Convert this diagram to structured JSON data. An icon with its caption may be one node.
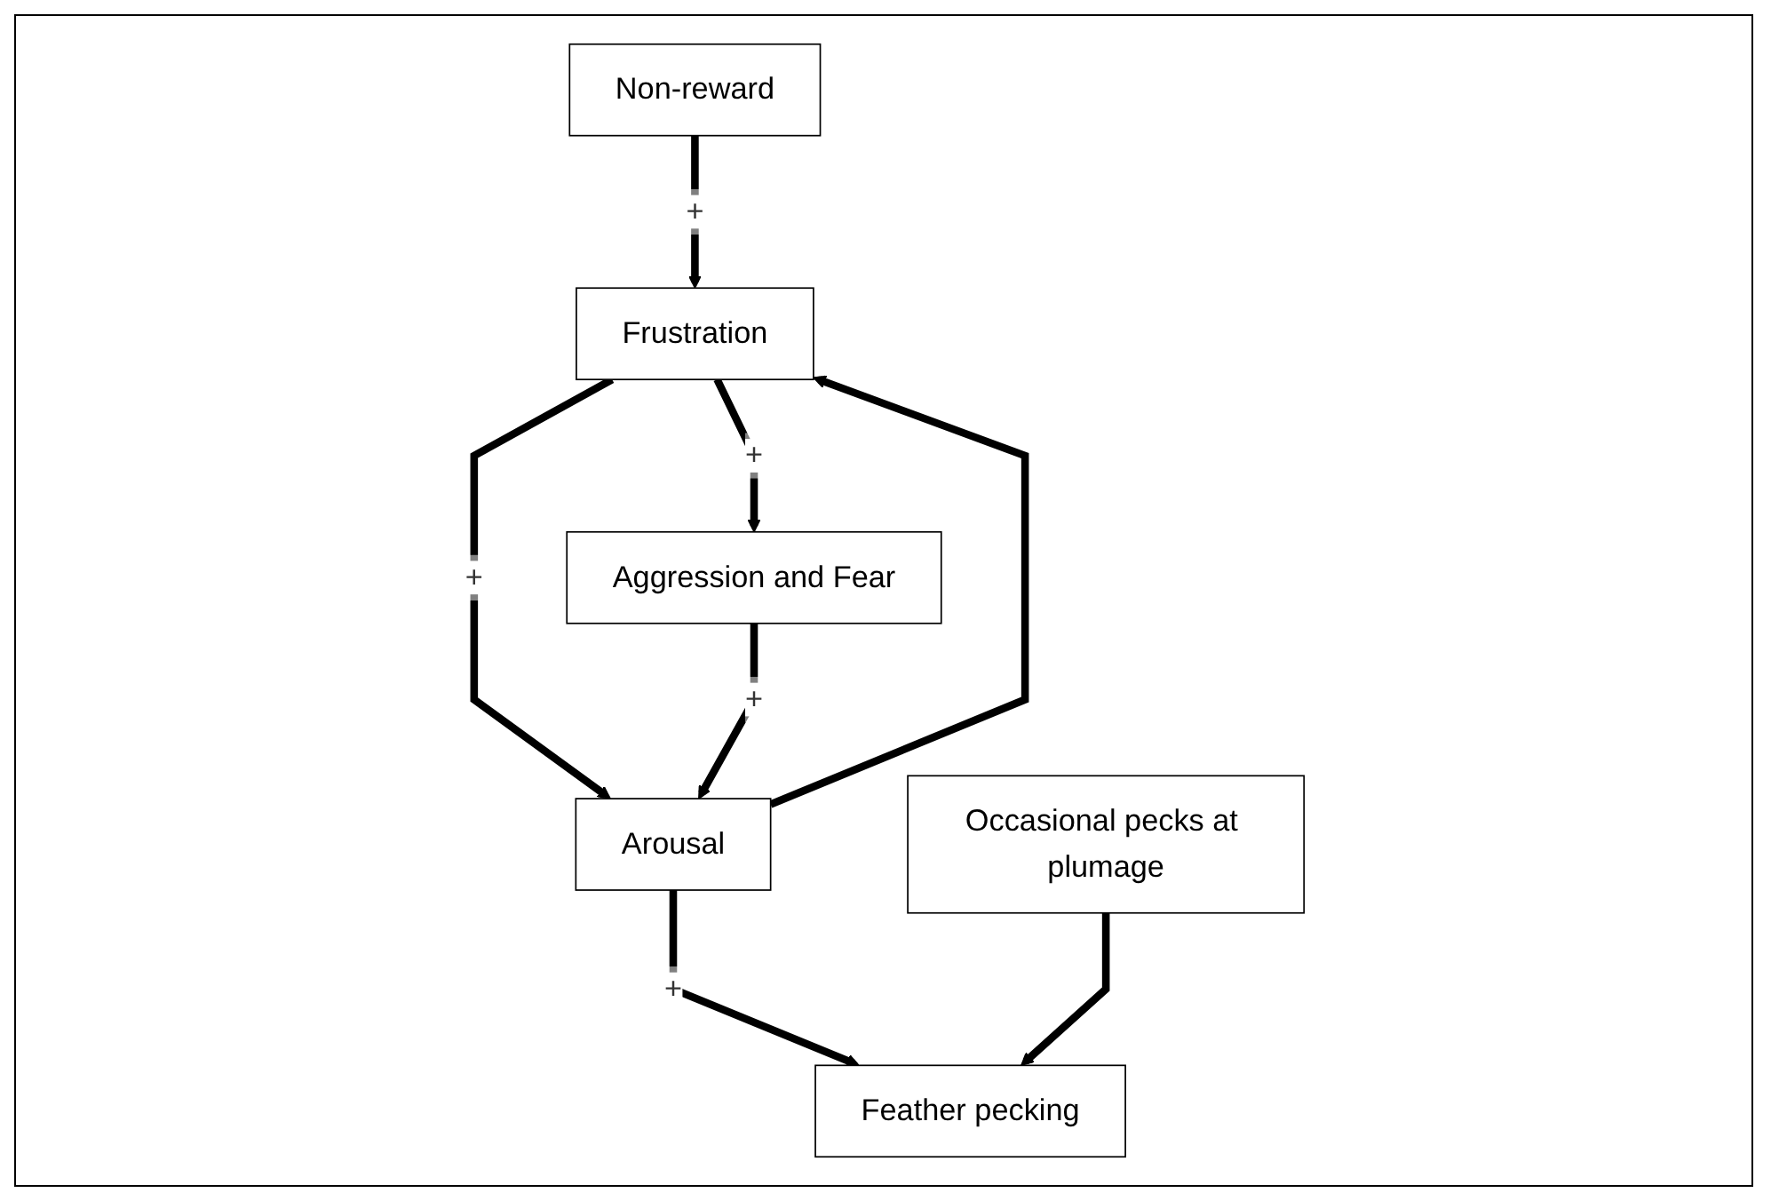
{
  "diagram": {
    "nodes": [
      {
        "text": [
          "Non-reward"
        ]
      },
      {
        "text": [
          "Frustration"
        ]
      },
      {
        "text": [
          "Occasional pecks at plumage"
        ]
      },
      {
        "text": [
          "Aggression and Fear"
        ]
      },
      {
        "text": [
          "Arousal"
        ]
      },
      {
        "text": [
          "Feather pecking"
        ]
      }
    ],
    "edges": [
      {
        "from": 0,
        "to": 1,
        "arrow": "to",
        "label": "+"
      },
      {
        "from": 1,
        "to": 3,
        "arrow": "to",
        "label": "+"
      },
      {
        "from": 1,
        "to": 4,
        "arrow": "to",
        "label": "+"
      },
      {
        "from": 4,
        "to": 1,
        "arrow": "to"
      },
      {
        "from": 3,
        "to": 4,
        "arrow": "to",
        "label": "+"
      },
      {
        "from": 4,
        "to": 5,
        "arrow": "to",
        "label": "+"
      },
      {
        "from": 2,
        "to": 5,
        "arrow": "to"
      }
    ]
  }
}
